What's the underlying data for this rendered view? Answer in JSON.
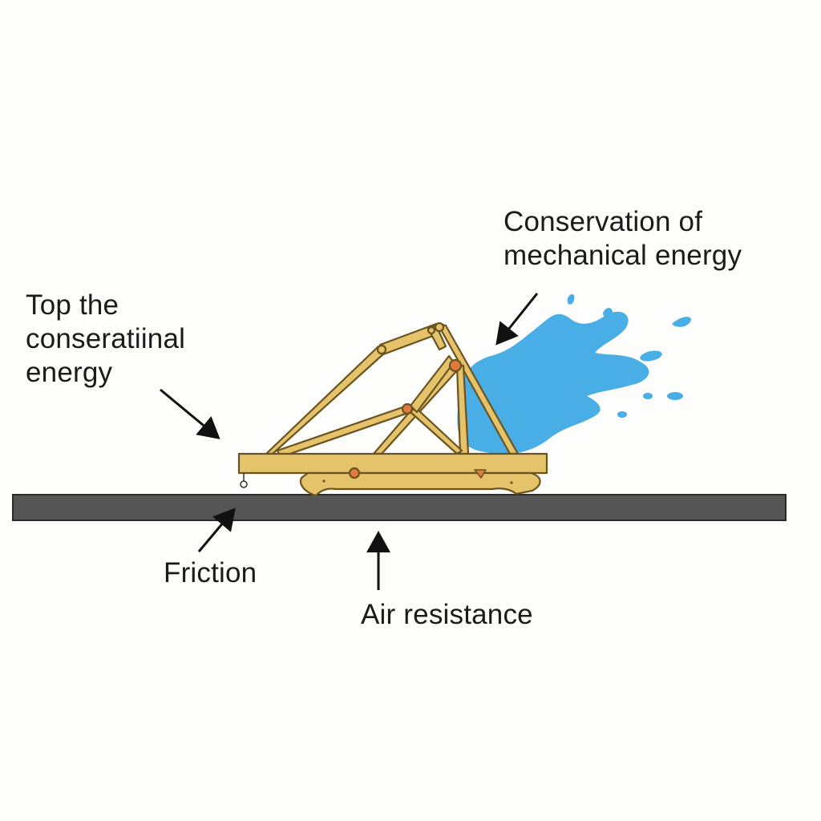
{
  "labels": {
    "top_energy": [
      "Top the",
      "conseratiinal",
      "energy"
    ],
    "conservation": [
      "Conservation of",
      "mechanical energy"
    ],
    "friction": "Friction",
    "air_resistance": "Air resistance"
  },
  "colors": {
    "wood": "#e5c36a",
    "wood_outline": "#6a5320",
    "pivot": "#e07a3c",
    "splash": "#4aaee6",
    "ground": "#555555",
    "ground_outline": "#2a2a2a",
    "arrow": "#111111"
  }
}
